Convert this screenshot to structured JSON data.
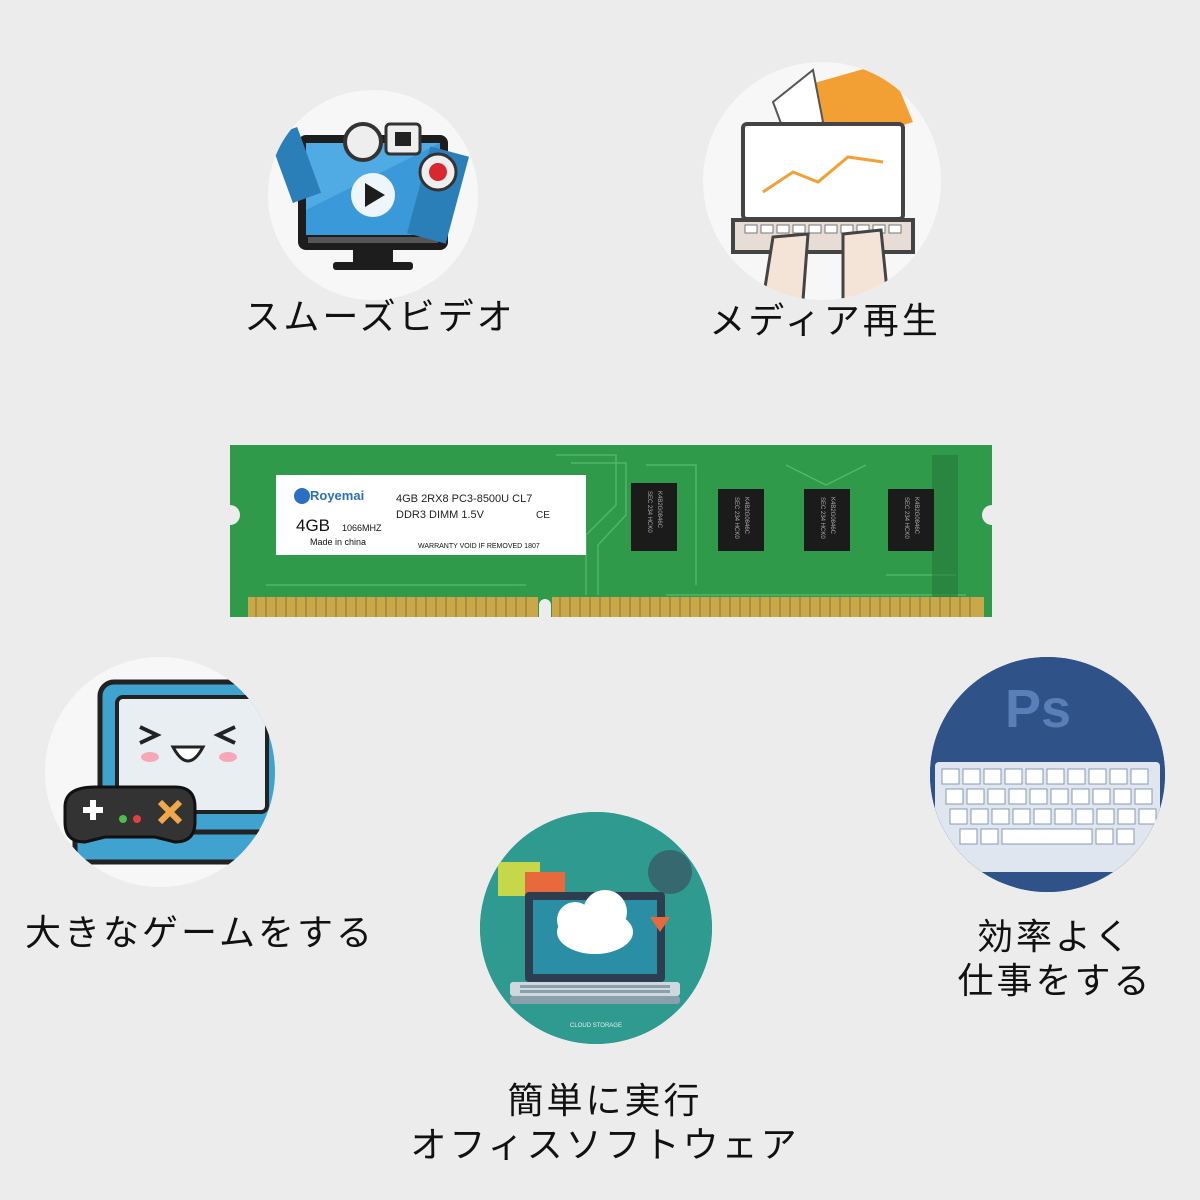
{
  "features": {
    "smooth_video": {
      "icon": "video-player-icon",
      "caption": "スムーズビデオ"
    },
    "media_playback": {
      "icon": "laptop-typing-icon",
      "caption": "メディア再生"
    },
    "big_games": {
      "icon": "game-monitor-icon",
      "caption": "大きなゲームをする"
    },
    "efficient_work": {
      "icon": "photoshop-keyboard-icon",
      "logo_text": "Ps",
      "caption_line1": "効率よく",
      "caption_line2": "仕事をする"
    },
    "office_software": {
      "icon": "cloud-laptop-icon",
      "badge_text": "CLOUD STORAGE",
      "caption_line1": "簡単に実行",
      "caption_line2": "オフィスソフトウェア"
    }
  },
  "ram_module": {
    "brand": "Royemai",
    "spec_line1": "4GB 2RX8 PC3-8500U CL7",
    "spec_line2": "DDR3  DIMM  1.5V",
    "certs": "CE",
    "capacity": "4GB",
    "frequency": "1066MHZ",
    "origin": "Made in china",
    "warranty": "WARRANTY VOID IF REMOVED  1807",
    "chip_text": "SEC 234 HCK0",
    "chip_text2": "K4B2G0846C",
    "colors": {
      "pcb": "#2f9a4a",
      "contacts": "#c9a84a",
      "chip": "#1b1b1b"
    }
  }
}
